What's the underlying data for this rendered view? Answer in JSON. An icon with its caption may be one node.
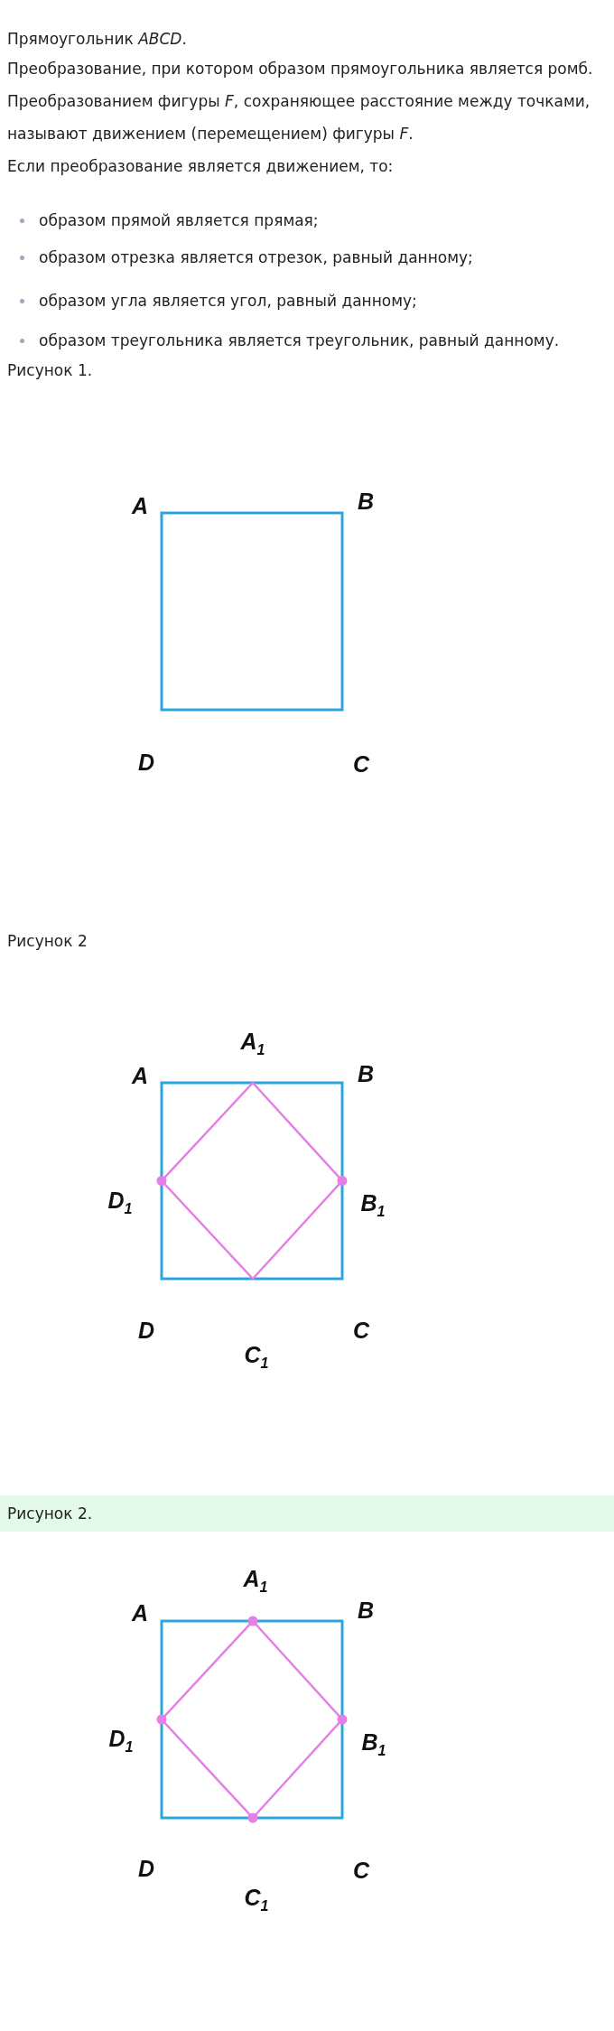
{
  "diagram": {
    "labels": [
      "Прямоугольник *ABCD*.",
      "Преобразование, при котором образом прямоугольника является ромб.",
      "Преобразованием фигуры *F*, сохраняющее расстояние между точками, называют движением (перемещением) фигуры *F*.",
      "Если преобразование является движением, то:",
      "образом прямой является прямая;",
      "образом отрезка является отрезок, равный данному;",
      "образом угла является угол, равный данному;",
      "образом треугольника является треугольник, равный данному.",
      "Рисунок 1.",
      "A",
      "B",
      "D",
      "C",
      "Рисунок 2",
      "A$_{1}$",
      "A",
      "B",
      "D$_{1}$",
      "B$_{1}$",
      "D",
      "C",
      "C$_{1}$",
      "Рисунок 2.",
      "A$_{1}$",
      "A",
      "B",
      "D$_{1}$",
      "B$_{1}$",
      "D",
      "C",
      "C$_{1}$"
    ]
  }
}
